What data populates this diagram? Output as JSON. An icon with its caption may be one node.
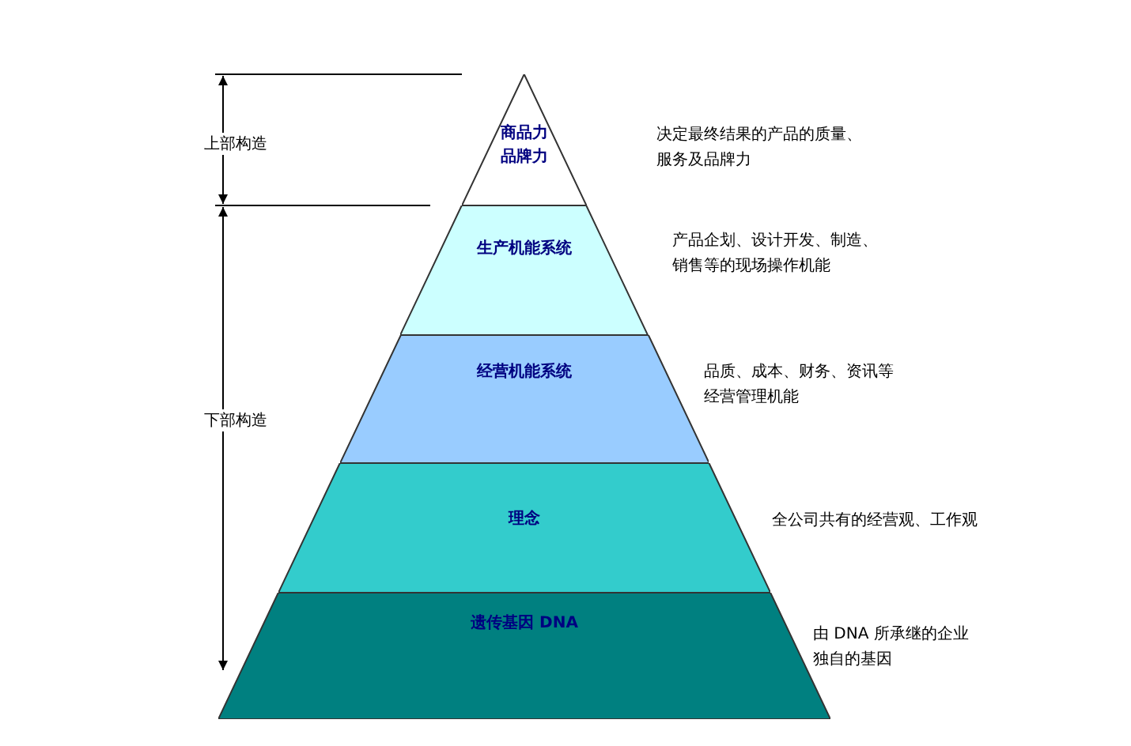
{
  "diagram": {
    "nodes": [
      {
        "text": [
          "商品力",
          "品牌力"
        ]
      },
      {
        "text": [
          "生产机能系统"
        ]
      },
      {
        "text": [
          "经营机能系统"
        ]
      },
      {
        "text": [
          "理念"
        ]
      },
      {
        "text": [
          "遗传基因 DNA"
        ]
      }
    ],
    "labels": [
      "决定最终结果的产品的质量、服务及品牌力",
      "上部构造",
      "产品企划、设计开发、制造、销售等的现场操作机能",
      "品质、成本、财务、资讯等经营管理机能",
      "下部构造",
      "全公司共有的经营观、工作观",
      "由 DNA 所承继的企业独自的基因"
    ]
  }
}
